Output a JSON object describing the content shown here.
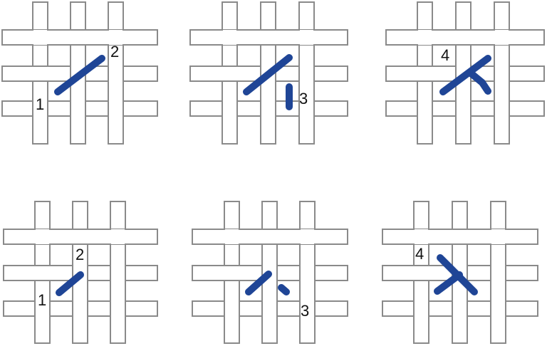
{
  "colors": {
    "background": "#ffffff",
    "fabric_stroke": "#8a8a8a",
    "fabric_fill": "#ffffff",
    "thread": "#1f4596"
  },
  "diagram": {
    "panels": [
      {
        "name": "top-row-step-1",
        "labels": [
          "1",
          "2"
        ]
      },
      {
        "name": "top-row-step-2",
        "labels": [
          "3"
        ]
      },
      {
        "name": "top-row-step-3",
        "labels": [
          "4"
        ]
      },
      {
        "name": "bottom-row-step-1",
        "labels": [
          "1",
          "2"
        ]
      },
      {
        "name": "bottom-row-step-2",
        "labels": [
          "3"
        ]
      },
      {
        "name": "bottom-row-step-3",
        "labels": [
          "4"
        ]
      }
    ]
  }
}
